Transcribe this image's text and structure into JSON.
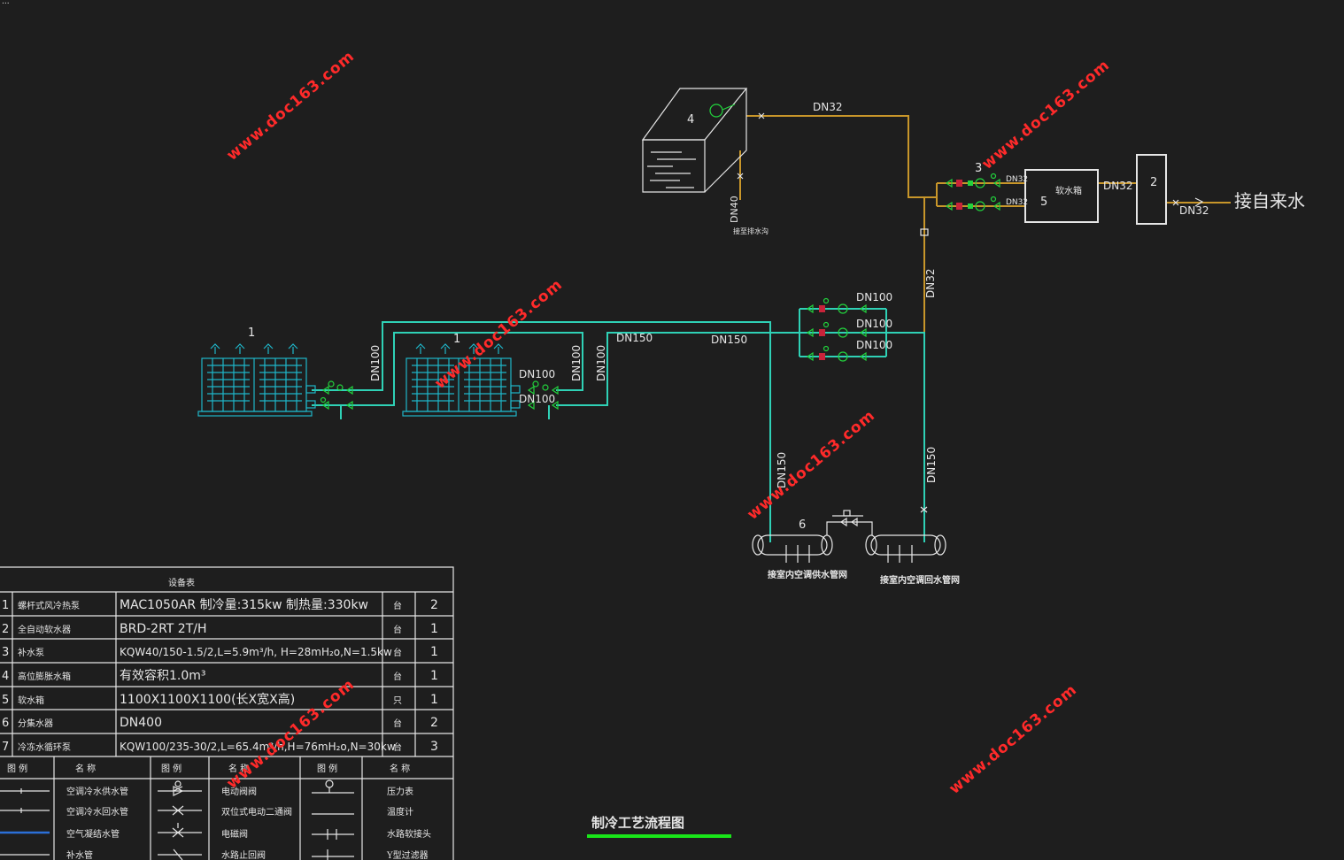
{
  "header_corner": "...",
  "watermark": "www.doc163.com",
  "pipe_sizes": {
    "dn32": "DN32",
    "dn40": "DN40",
    "dn100": "DN100",
    "dn150": "DN150"
  },
  "tags": {
    "chiller_a": "1",
    "chiller_b": "1",
    "water_meter": "2",
    "pump_group": "3",
    "tank": "4",
    "softener_tank": "5",
    "header": "6"
  },
  "labels": {
    "tap_water": "接自来水",
    "softener_tank": "软水箱",
    "drain": "接至排水沟",
    "supply_header": "接室内空调供水管网",
    "return_header": "接室内空调回水管网",
    "drawing_title": "制冷工艺流程图"
  },
  "equipment_table": {
    "title": "设备表",
    "rows": [
      {
        "no": "1",
        "name": "螺杆式风冷热泵",
        "spec": "MAC1050AR  制冷量:315kw  制热量:330kw",
        "unit": "台",
        "qty": "2"
      },
      {
        "no": "2",
        "name": "全自动软水器",
        "spec": "BRD-2RT  2T/H",
        "unit": "台",
        "qty": "1"
      },
      {
        "no": "3",
        "name": "补水泵",
        "spec": "KQW40/150-1.5/2,L=5.9m³/h,  H=28mH₂o,N=1.5kw",
        "unit": "台",
        "qty": "1"
      },
      {
        "no": "4",
        "name": "高位膨胀水箱",
        "spec": "有效容积1.0m³",
        "unit": "台",
        "qty": "1"
      },
      {
        "no": "5",
        "name": "软水箱",
        "spec": "1100X1100X1100(长X宽X高)",
        "unit": "只",
        "qty": "1"
      },
      {
        "no": "6",
        "name": "分集水器",
        "spec": "DN400",
        "unit": "台",
        "qty": "2"
      },
      {
        "no": "7",
        "name": "冷冻水循环泵",
        "spec": "KQW100/235-30/2,L=65.4m³/h,H=76mH₂o,N=30kw",
        "unit": "台",
        "qty": "3"
      }
    ]
  },
  "legend": {
    "col_legend": "图  例",
    "col_name": "名  称",
    "col1": [
      "空调冷水供水管",
      "空调冷水回水管",
      "空气凝结水管",
      "补水管"
    ],
    "col2": [
      "电动阀阀",
      "双位式电动二通阀",
      "电磁阀",
      "水路止回阀"
    ],
    "col3": [
      "压力表",
      "温度计",
      "水路软接头",
      "Y型过滤器"
    ]
  },
  "colors": {
    "background": "#1e1e1e",
    "chilled_pipe": "#2fd1b6",
    "makeup_pipe": "#c8962a",
    "chiller": "#1fb6c9",
    "pump": "#22d33d",
    "valve_red": "#c8233a",
    "line_white": "#e6e6e6",
    "underline_green": "#19e619",
    "condensate_blue": "#2b6fd8",
    "watermark": "#ff2a2a"
  }
}
